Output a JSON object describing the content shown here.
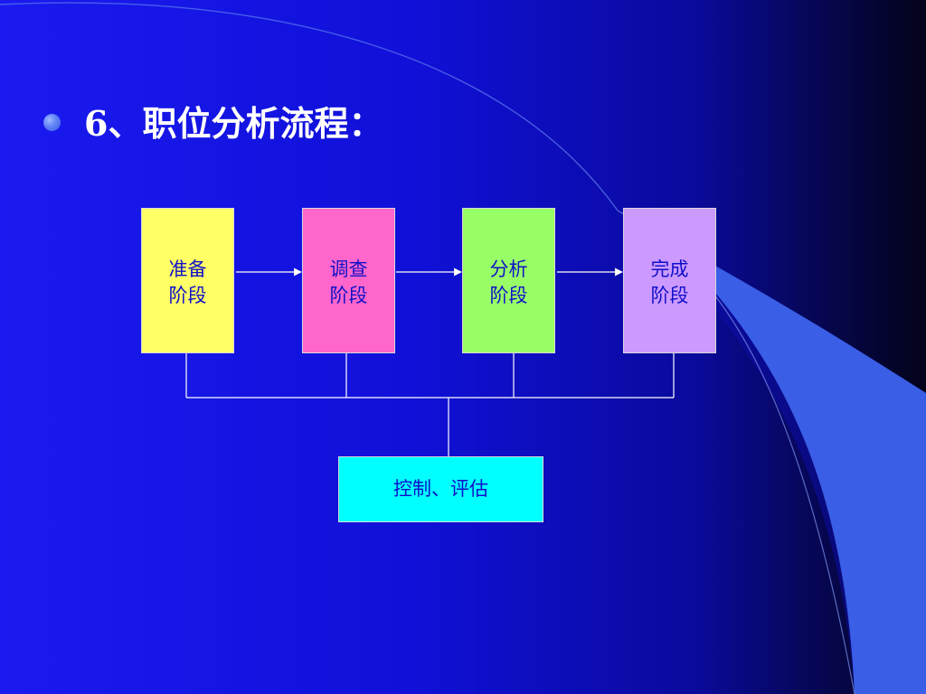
{
  "slide": {
    "title": "6、职位分析流程：",
    "colors": {
      "accent_blue": "#3a5ee6",
      "title_text": "#ffffff",
      "box_text": "#1010c8",
      "connector": "#ffffff"
    }
  },
  "diagram": {
    "stages": [
      {
        "label": "准备\n阶段",
        "color": "#ffff66"
      },
      {
        "label": "调查\n阶段",
        "color": "#ff66cc"
      },
      {
        "label": "分析\n阶段",
        "color": "#99ff66"
      },
      {
        "label": "完成\n阶段",
        "color": "#cc99ff"
      }
    ],
    "control": {
      "label": "控制、评估",
      "color": "#00ffff"
    }
  }
}
